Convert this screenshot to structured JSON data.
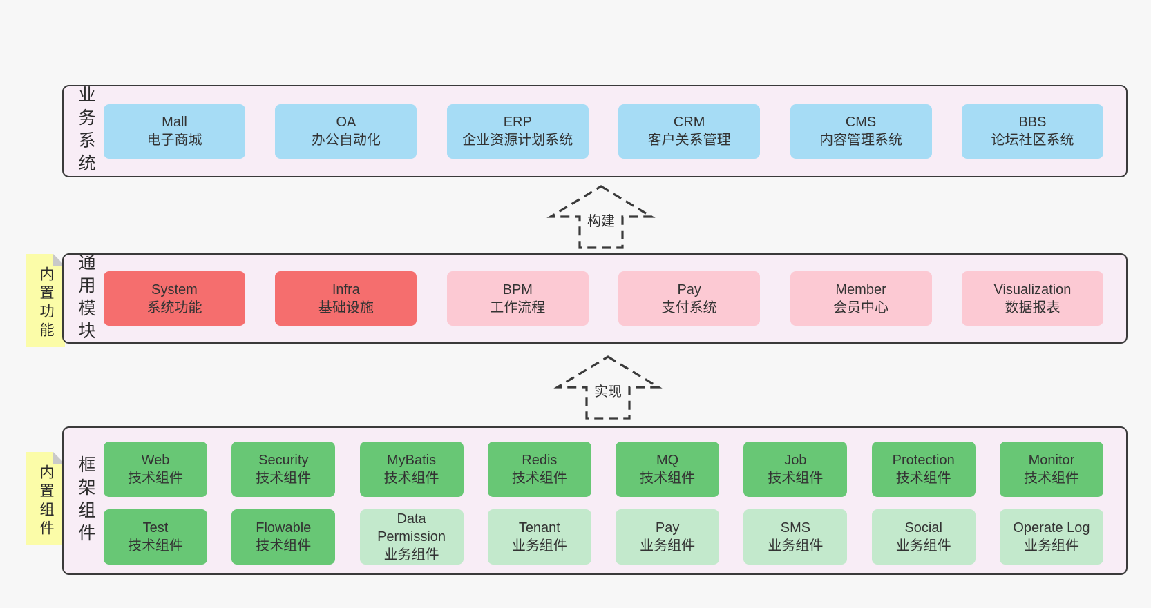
{
  "diagram": {
    "arrows": [
      {
        "label": "构建"
      },
      {
        "label": "实现"
      }
    ],
    "layers": [
      {
        "label": "业务系统",
        "boxes": [
          {
            "title": "Mall",
            "subtitle": "电子商城"
          },
          {
            "title": "OA",
            "subtitle": "办公自动化"
          },
          {
            "title": "ERP",
            "subtitle": "企业资源计划系统"
          },
          {
            "title": "CRM",
            "subtitle": "客户关系管理"
          },
          {
            "title": "CMS",
            "subtitle": "内容管理系统"
          },
          {
            "title": "BBS",
            "subtitle": "论坛社区系统"
          }
        ]
      },
      {
        "label": "通用模块",
        "sticky": "内置功能",
        "boxes": [
          {
            "title": "System",
            "subtitle": "系统功能"
          },
          {
            "title": "Infra",
            "subtitle": "基础设施"
          },
          {
            "title": "BPM",
            "subtitle": "工作流程"
          },
          {
            "title": "Pay",
            "subtitle": "支付系统"
          },
          {
            "title": "Member",
            "subtitle": "会员中心"
          },
          {
            "title": "Visualization",
            "subtitle": "数据报表"
          }
        ]
      },
      {
        "label": "框架组件",
        "sticky": "内置组件",
        "rows": [
          [
            {
              "title": "Web",
              "subtitle": "技术组件"
            },
            {
              "title": "Security",
              "subtitle": "技术组件"
            },
            {
              "title": "MyBatis",
              "subtitle": "技术组件"
            },
            {
              "title": "Redis",
              "subtitle": "技术组件"
            },
            {
              "title": "MQ",
              "subtitle": "技术组件"
            },
            {
              "title": "Job",
              "subtitle": "技术组件"
            },
            {
              "title": "Protection",
              "subtitle": "技术组件"
            },
            {
              "title": "Monitor",
              "subtitle": "技术组件"
            }
          ],
          [
            {
              "title": "Test",
              "subtitle": "技术组件"
            },
            {
              "title": "Flowable",
              "subtitle": "技术组件"
            },
            {
              "title": "Data Permission",
              "subtitle": "业务组件"
            },
            {
              "title": "Tenant",
              "subtitle": "业务组件"
            },
            {
              "title": "Pay",
              "subtitle": "业务组件"
            },
            {
              "title": "SMS",
              "subtitle": "业务组件"
            },
            {
              "title": "Social",
              "subtitle": "业务组件"
            },
            {
              "title": "Operate Log",
              "subtitle": "业务组件"
            }
          ]
        ]
      }
    ],
    "colors": {
      "page_bg": "#f7f7f7",
      "layer_bg": "#f8edf6",
      "layer_border": "#3a3a3a",
      "blue_box": "#a6dcf5",
      "red_box": "#f56e6e",
      "pink_box": "#fcc9d3",
      "green_box": "#68c775",
      "light_green_box": "#c3e9cc",
      "sticky_bg": "#fbfca8",
      "sticky_fold": "#c9c9c9",
      "text": "#333333"
    }
  }
}
